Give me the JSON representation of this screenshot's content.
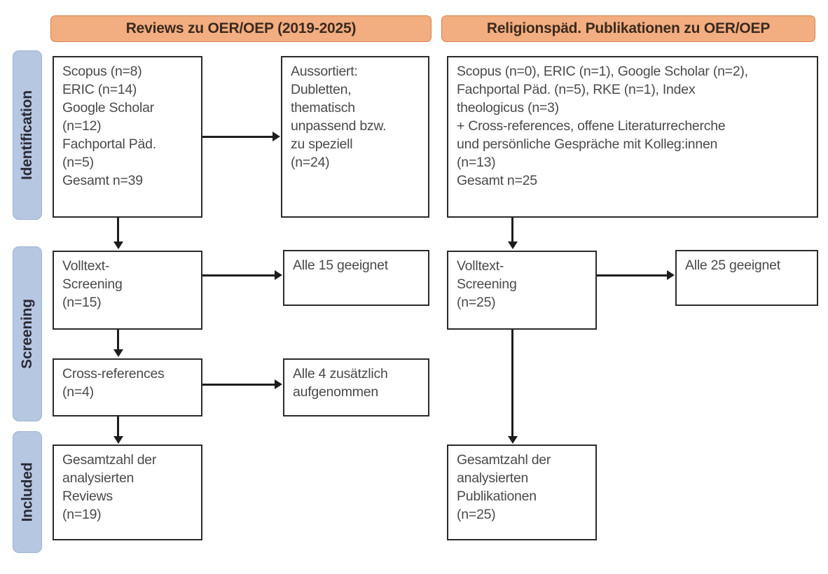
{
  "columns": {
    "left_header": "Reviews zu OER/OEP (2019-2025)",
    "right_header": "Religionspäd. Publikationen zu OER/OEP"
  },
  "stages": {
    "identification": "Identification",
    "screening": "Screening",
    "included": "Included"
  },
  "colors": {
    "header_fill": "#f2ad80",
    "header_border": "#d9814a",
    "stage_fill": "#b6c7e2",
    "stage_border": "#9db2d4",
    "box_border": "#2b2b2b",
    "text": "#4a4a4a",
    "connector": "#1d1d1d"
  },
  "left_column": {
    "sources_box": {
      "lines": [
        "Scopus (n=8)",
        "ERIC (n=14)",
        "Google Scholar",
        "(n=12)",
        "Fachportal Päd.",
        "(n=5)",
        "Gesamt n=39"
      ]
    },
    "excluded_box": {
      "lines": [
        "Aussortiert:",
        "Dubletten,",
        "thematisch",
        "unpassend bzw.",
        "zu speziell",
        "(n=24)"
      ]
    },
    "screening_box": {
      "lines": [
        "Volltext-",
        "Screening",
        "(n=15)"
      ]
    },
    "screening_result_box": {
      "lines": [
        "Alle 15 geeignet"
      ]
    },
    "crossref_box": {
      "lines": [
        "Cross-references",
        "(n=4)"
      ]
    },
    "crossref_result_box": {
      "lines": [
        "Alle 4 zusätzlich",
        "aufgenommen"
      ]
    },
    "included_box": {
      "lines": [
        "Gesamtzahl der",
        "analysierten",
        "Reviews",
        "(n=19)"
      ]
    }
  },
  "right_column": {
    "sources_box": {
      "lines": [
        "Scopus (n=0), ERIC (n=1), Google Scholar (n=2),",
        "Fachportal Päd. (n=5), RKE (n=1), Index",
        "theologicus (n=3)",
        "+ Cross-references, offene Literaturrecherche",
        "und persönliche Gespräche mit Kolleg:innen",
        "(n=13)",
        "Gesamt n=25"
      ]
    },
    "screening_box": {
      "lines": [
        "Volltext-",
        "Screening",
        "(n=25)"
      ]
    },
    "screening_result_box": {
      "lines": [
        "Alle 25 geeignet"
      ]
    },
    "included_box": {
      "lines": [
        "Gesamtzahl der",
        "analysierten",
        "Publikationen",
        "(n=25)"
      ]
    }
  }
}
